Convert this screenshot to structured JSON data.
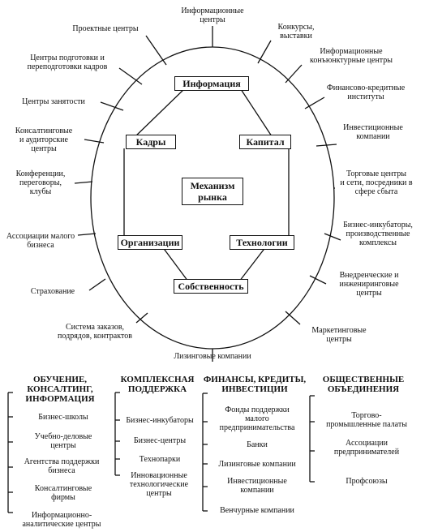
{
  "center": {
    "information": "Информация",
    "staff": "Кадры",
    "capital": "Капитал",
    "mechanism": "Механизм\nрынка",
    "organizations": "Организации",
    "technologies": "Технологии",
    "property": "Собственность"
  },
  "outer": {
    "info_centers": "Информационные\nцентры",
    "project_centers": "Проектные центры",
    "contests": "Конкурсы,\nвыставки",
    "training_centers": "Центры подготовки и\nпереподготовки кадров",
    "conjuncture_centers": "Информационные\nконъюнктурные центры",
    "finance_institutes": "Финансово-кредитные\nинституты",
    "employment_centers": "Центры занятости",
    "investment_companies": "Инвестиционные\nкомпании",
    "consulting_audit": "Консалтинговые\nи аудиторские\nцентры",
    "trade_centers": "Торговые центры\nи сети, посредники в\nсфере сбыта",
    "conferences": "Конференции,\nпереговоры,\nклубы",
    "incubators_complexes": "Бизнес-инкубаторы,\nпроизводственные\nкомплексы",
    "small_business_assoc": "Ассоциации малого\nбизнеса",
    "engineering_centers": "Внедренческие и\nинжениринговые\nцентры",
    "insurance": "Страхование",
    "orders_system": "Система заказов,\nподрядов, контрактов",
    "marketing_centers": "Маркетинговые\nцентры",
    "leasing_companies": "Лизинговые компании"
  },
  "columns": [
    {
      "title": "ОБУЧЕНИЕ,\nКОНСАЛТИНГ,\nИНФОРМАЦИЯ",
      "items": [
        "Бизнес-школы",
        "Учебно-деловые\nцентры",
        "Агентства поддержки\nбизнеса",
        "Консалтинговые\nфирмы",
        "Информационно-\nаналитические центры"
      ]
    },
    {
      "title": "КОМПЛЕКСНАЯ\nПОДДЕРЖКА",
      "items": [
        "Бизнес-инкубаторы",
        "Бизнес-центры",
        "Технопарки",
        "Инновационные\nтехнологические\nцентры"
      ]
    },
    {
      "title": "ФИНАНСЫ, КРЕДИТЫ,\nИНВЕСТИЦИИ",
      "items": [
        "Фонды поддержки\nмалого\nпредпринимательства",
        "Банки",
        "Лизинговые компании",
        "Инвестиционные\nкомпании",
        "Венчурные компании"
      ]
    },
    {
      "title": "ОБЩЕСТВЕННЫЕ\nОБЪЕДИНЕНИЯ",
      "items": [
        "Торгово-\nпромышленные палаты",
        "Ассоциации\nпредпринимателей",
        "Профсоюзы"
      ]
    }
  ]
}
